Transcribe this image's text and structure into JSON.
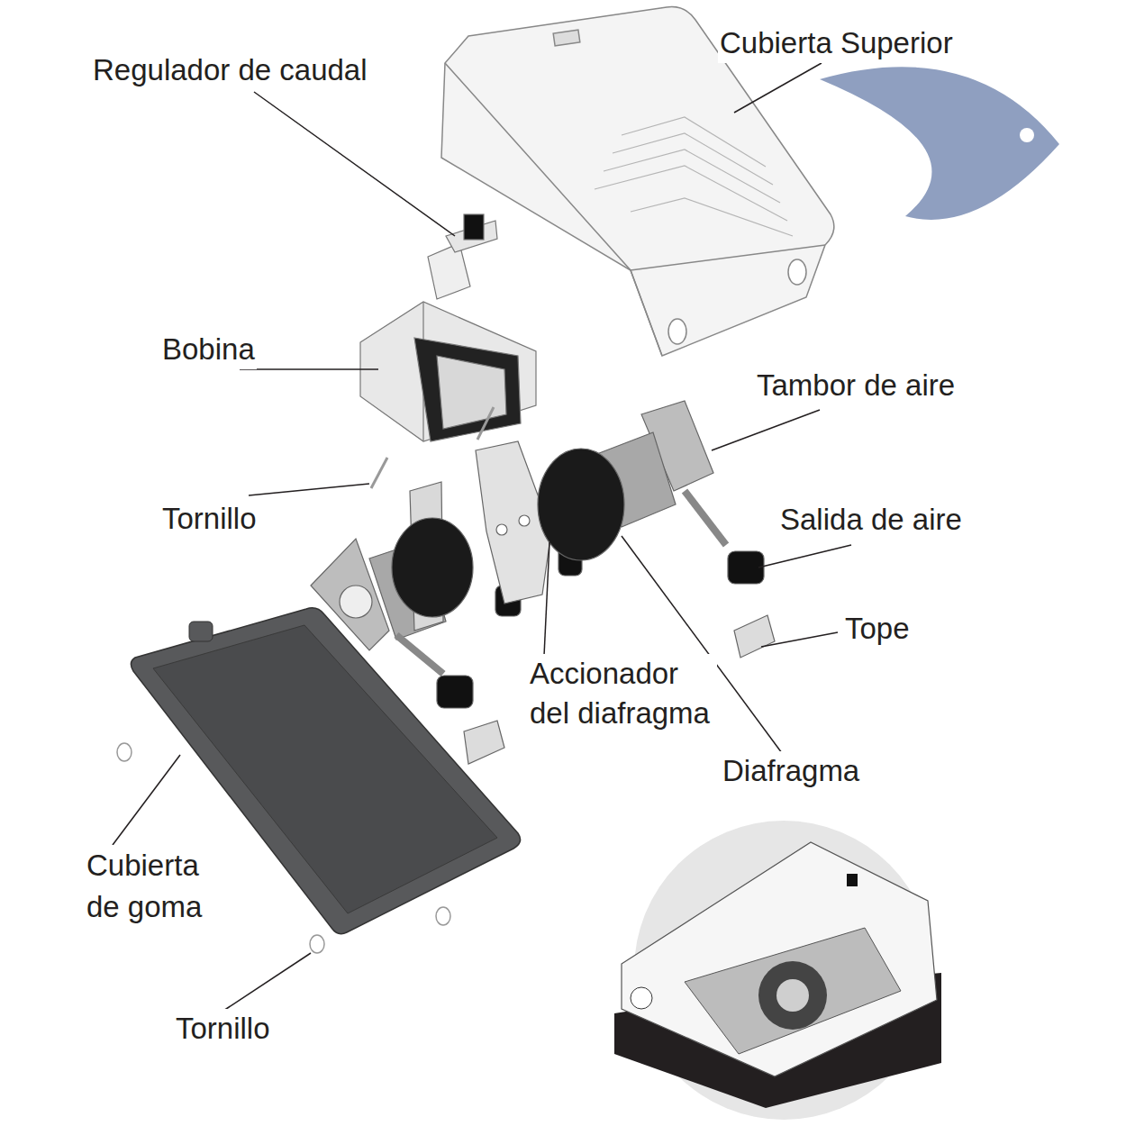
{
  "diagram": {
    "labels": [
      "Cubierta Superior",
      "Regulador de caudal",
      "Bobina",
      "Tambor de aire",
      "Tornillo",
      "Salida de aire",
      "Tope",
      "Accionador del diafragma",
      "Diafragma",
      "Cubierta de goma",
      "Tornillo"
    ]
  }
}
